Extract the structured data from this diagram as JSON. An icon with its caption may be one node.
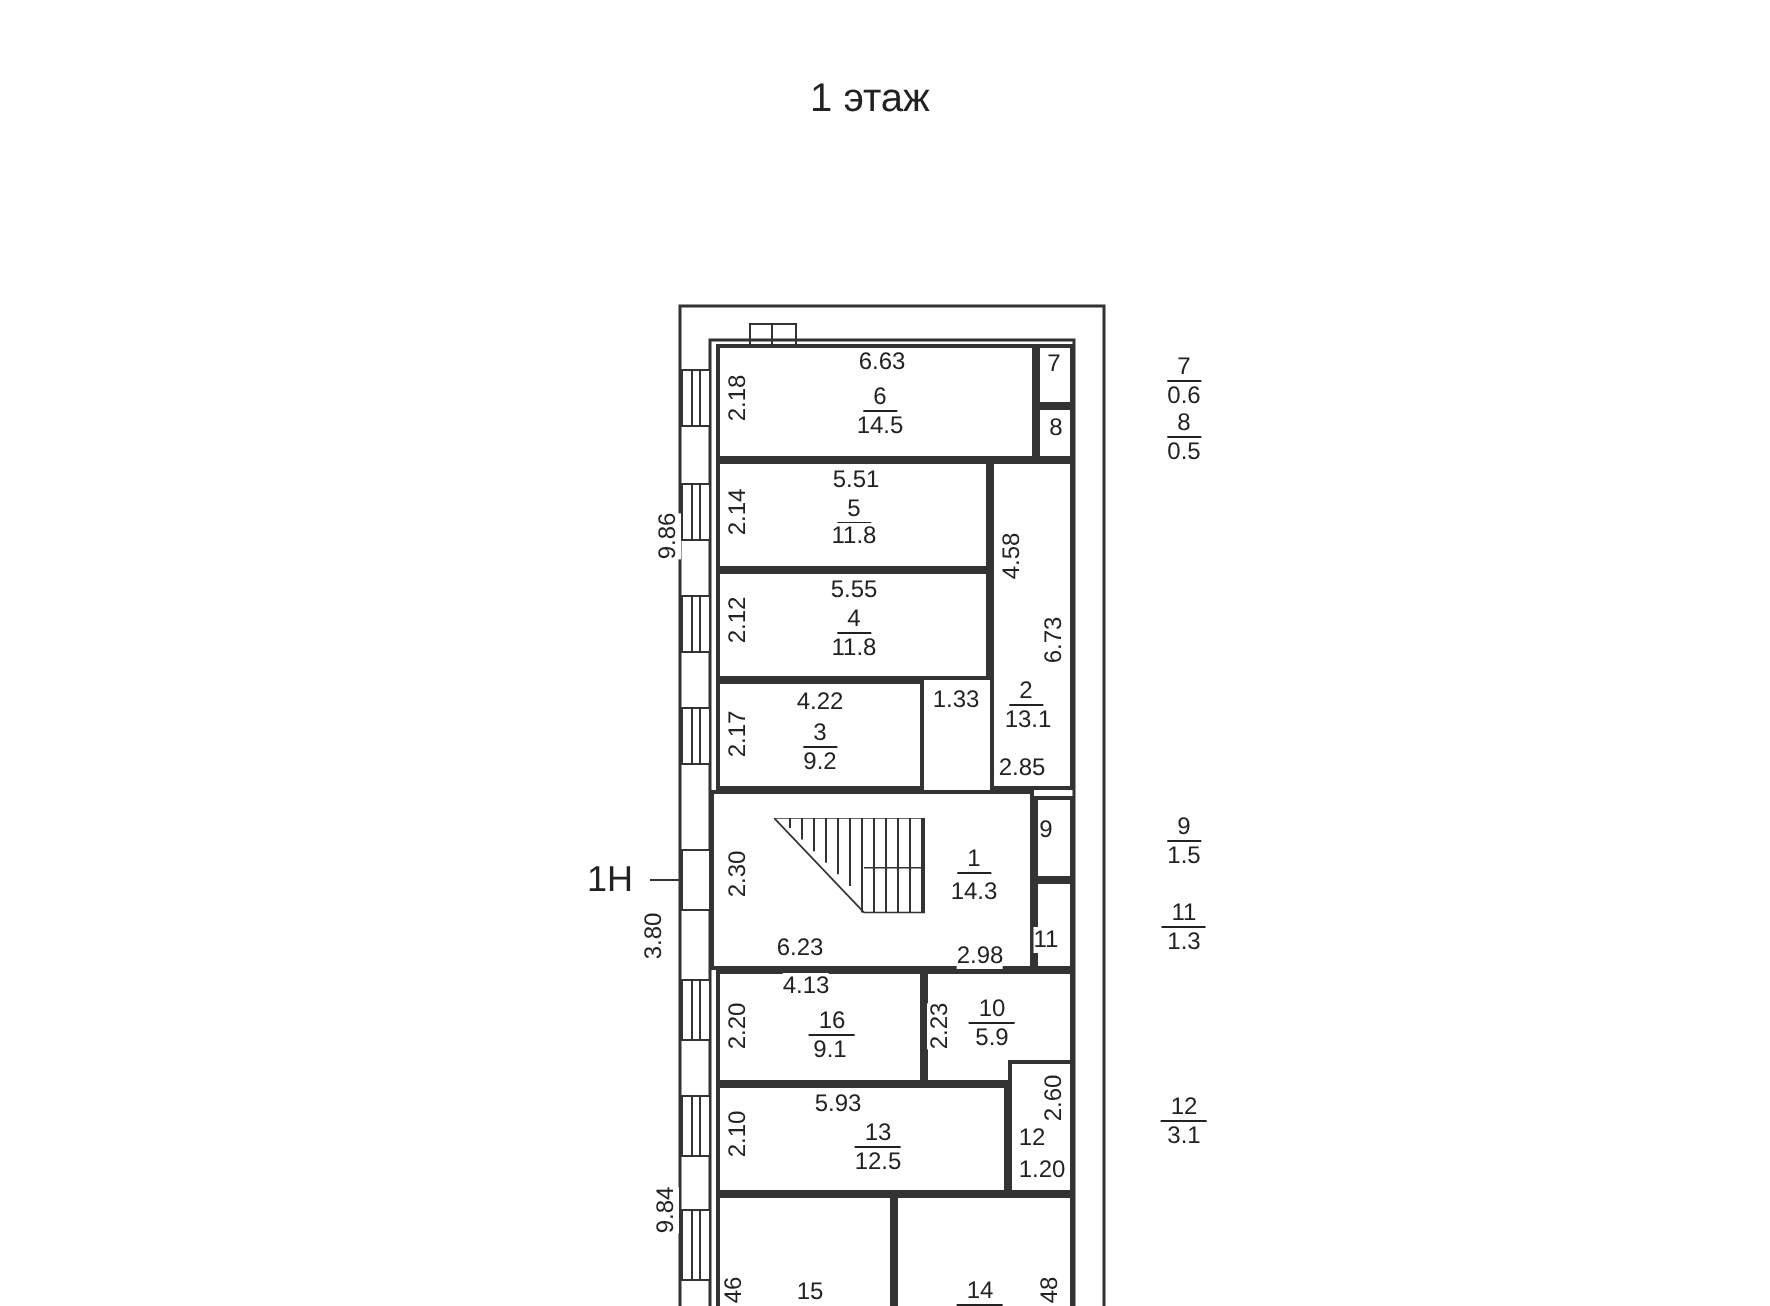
{
  "diagram": {
    "title": "1 этаж",
    "nodes": [
      {
        "text": [
          "6.63",
          "6",
          "14.5",
          "2.18"
        ]
      },
      {
        "text": [
          "7"
        ]
      },
      {
        "text": [
          "8"
        ]
      },
      {
        "text": [
          "5.51",
          "5",
          "11.8",
          "2.14"
        ]
      },
      {
        "text": [
          "5.55",
          "4",
          "11.8",
          "2.12"
        ]
      },
      {
        "text": [
          "4.58",
          "6.73",
          "1.33",
          "2",
          "13.1",
          "2.85"
        ]
      },
      {
        "text": [
          "4.22",
          "3",
          "9.2",
          "2.17"
        ]
      },
      {
        "text": [
          "2.30",
          "1",
          "14.3",
          "6.23",
          "2.98"
        ]
      },
      {
        "text": [
          "9"
        ]
      },
      {
        "text": [
          "11"
        ]
      },
      {
        "text": [
          "4.13",
          "16",
          "9.1",
          "2.20"
        ]
      },
      {
        "text": [
          "2.23",
          "10",
          "5.9"
        ]
      },
      {
        "text": [
          "5.93",
          "13",
          "12.5",
          "2.10"
        ]
      },
      {
        "text": [
          "2.60",
          "12",
          "1.20"
        ]
      },
      {
        "text": [
          "46",
          "15"
        ]
      },
      {
        "text": [
          "14",
          "48"
        ]
      }
    ],
    "edges": [],
    "labels": [
      "9.86",
      "1Н",
      "3.80",
      "9.84",
      "7",
      "0.6",
      "8",
      "0.5",
      "9",
      "1.5",
      "11",
      "1.3",
      "12",
      "3.1"
    ]
  }
}
